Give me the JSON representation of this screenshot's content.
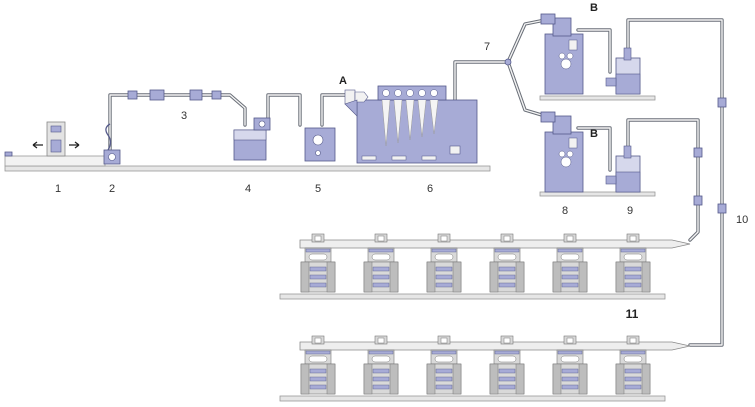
{
  "colors": {
    "machine_blue": "#a7abd6",
    "machine_stroke": "#555a8a",
    "floor": "#e6e6e6",
    "pipe": "#6a6f78",
    "gray_light": "#d9d9d9",
    "gray_mid": "#bdbdbd"
  },
  "labels": {
    "n1": "1",
    "n2": "2",
    "n3": "3",
    "n4": "4",
    "n5": "5",
    "n6": "6",
    "n7": "7",
    "n8": "8",
    "n9": "9",
    "n10": "10",
    "n11": "11",
    "a": "A",
    "b_top": "B",
    "b_bottom": "B"
  },
  "card_machine_count_per_row": 6
}
